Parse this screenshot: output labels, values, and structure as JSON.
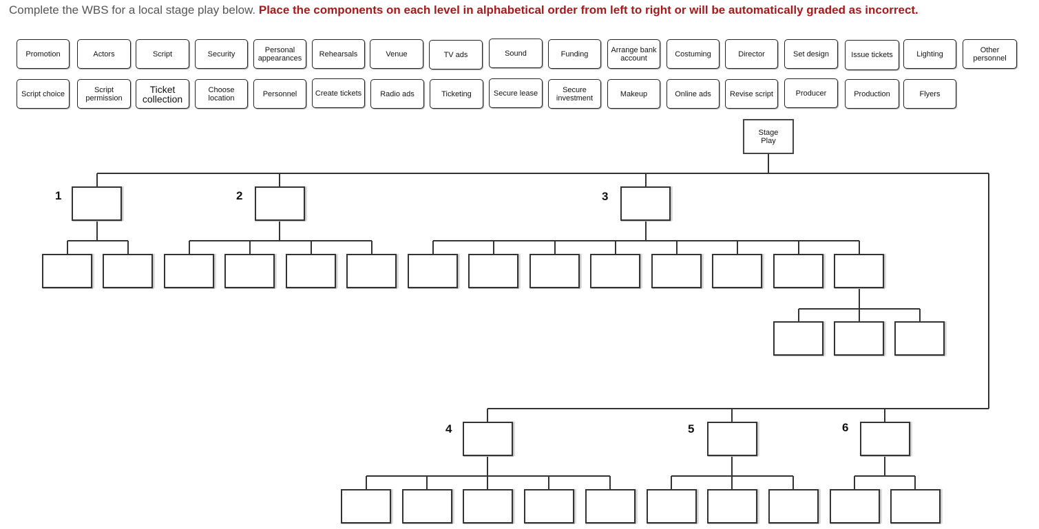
{
  "instruction": {
    "normal": "Complete the WBS for a local stage play below.",
    "warning": "Place the components on each level in alphabetical order from left to right or will be automatically graded as incorrect."
  },
  "chips": [
    [
      "Promotion",
      "Actors",
      "Script",
      "Security",
      "Personal appearances",
      "Rehearsals",
      "Venue",
      "TV ads",
      "Sound",
      "Funding",
      "Arrange bank account",
      "Costuming",
      "Director",
      "Set design",
      "Issue tickets",
      "Lighting",
      "Other personnel"
    ],
    [
      "Script choice",
      "Script permission",
      "Ticket collection",
      "Choose location",
      "Personnel",
      "Create tickets",
      "Radio ads",
      "Ticketing",
      "Secure lease",
      "Secure investment",
      "Makeup",
      "Online ads",
      "Revise script",
      "Producer",
      "Production",
      "Flyers"
    ]
  ],
  "root": {
    "label": "Stage\nPlay"
  },
  "level_numbers": [
    "1",
    "2",
    "3",
    "4",
    "5",
    "6"
  ]
}
